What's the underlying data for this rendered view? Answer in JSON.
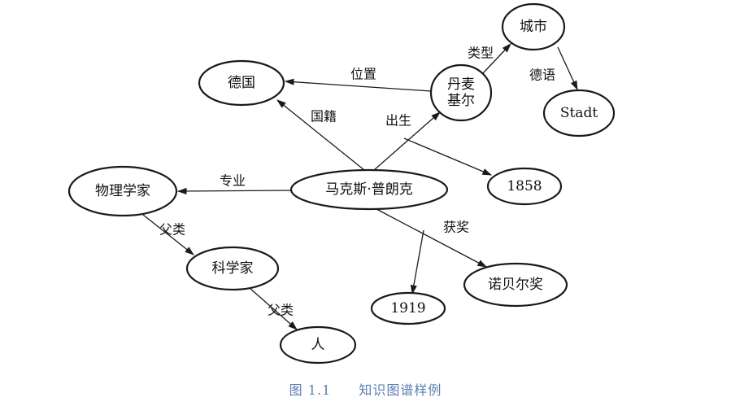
{
  "diagram": {
    "nodes": [
      {
        "id": "planck",
        "lines": [
          "马克斯·普朗克"
        ]
      },
      {
        "id": "germany",
        "lines": [
          "德国"
        ]
      },
      {
        "id": "copenhagen",
        "lines": [
          "丹麦",
          "基尔"
        ]
      },
      {
        "id": "city",
        "lines": [
          "城市"
        ]
      },
      {
        "id": "stadt",
        "lines": [
          "Stadt"
        ]
      },
      {
        "id": "year1858",
        "lines": [
          "1858"
        ]
      },
      {
        "id": "physicist",
        "lines": [
          "物理学家"
        ]
      },
      {
        "id": "scientist",
        "lines": [
          "科学家"
        ]
      },
      {
        "id": "person",
        "lines": [
          "人"
        ]
      },
      {
        "id": "nobel",
        "lines": [
          "诺贝尔奖"
        ]
      },
      {
        "id": "year1919",
        "lines": [
          "1919"
        ]
      }
    ],
    "edges": [
      {
        "id": "e-nationality",
        "label": "国籍"
      },
      {
        "id": "e-birth",
        "label": "出生"
      },
      {
        "id": "e-location",
        "label": "位置"
      },
      {
        "id": "e-type",
        "label": "类型"
      },
      {
        "id": "e-german",
        "label": "德语"
      },
      {
        "id": "e-birthyear",
        "label": ""
      },
      {
        "id": "e-major",
        "label": "专业"
      },
      {
        "id": "e-parent1",
        "label": "父类"
      },
      {
        "id": "e-parent2",
        "label": "父类"
      },
      {
        "id": "e-award",
        "label": "获奖"
      },
      {
        "id": "e-awardyear",
        "label": ""
      }
    ]
  },
  "caption": {
    "number": "图 1.1",
    "title": "知识图谱样例"
  }
}
